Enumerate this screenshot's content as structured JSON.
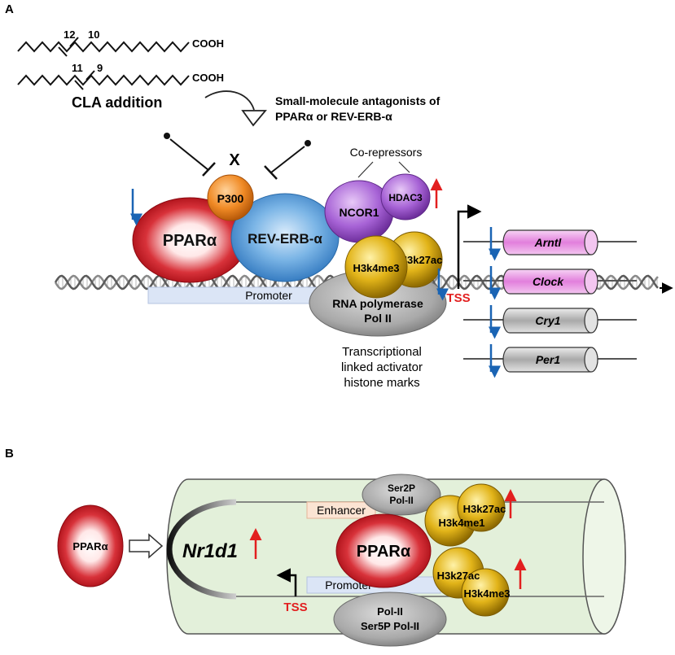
{
  "panel_a": {
    "label": "A",
    "chem_1": {
      "num_a": "12",
      "num_b": "10",
      "cooh": "COOH"
    },
    "chem_2": {
      "num_a": "11",
      "num_b": "9",
      "cooh": "COOH"
    },
    "cla_label": "CLA addition",
    "antagonist_line1": "Small-molecule antagonists of",
    "antagonist_line2": "PPARα or REV-ERB-α",
    "x_mark": "X",
    "corepressors_label": "Co-repressors",
    "p300": "P300",
    "ppara": "PPARα",
    "reverb": "REV-ERB-α",
    "ncor1": "NCOR1",
    "hdac3": "HDAC3",
    "h3k27ac": "H3k27ac",
    "h3k4me3": "H3k4me3",
    "promoter": "Promoter",
    "pol_line1": "RNA polymerase",
    "pol_line2": "Pol II",
    "tss": "TSS",
    "marks_line1": "Transcriptional",
    "marks_line2": "linked activator",
    "marks_line3": "histone marks",
    "genes": [
      "Arntl",
      "Clock",
      "Cry1",
      "Per1"
    ]
  },
  "panel_b": {
    "label": "B",
    "ppara_small": "PPARα",
    "gene": "Nr1d1",
    "ser2p_line1": "Ser2P",
    "ser2p_line2": "Pol-II",
    "enhancer": "Enhancer",
    "h3k27ac_top": "H3k27ac",
    "h3k4me1": "H3k4me1",
    "ppara": "PPARα",
    "h3k27ac_bottom": "H3k27ac",
    "h3k4me3": "H3k4me3",
    "promoter": "Promoter",
    "tss": "TSS",
    "pol_line1": "Pol-II",
    "pol_line2": "Ser5P Pol-II"
  },
  "colors": {
    "ppara_red": "#c8101b",
    "reverb_blue": "#3f8fd2",
    "p300_orange": "#e87b1c",
    "purple": "#9d5cc9",
    "gold": "#c9a10c",
    "gray_pol": "#9d9d9d",
    "gene_pink": "#e79be3",
    "gene_gray": "#bdbdbd",
    "down_arrow_blue": "#1a64b4",
    "up_arrow_red": "#e21f1f",
    "tss_red": "#e21f1f",
    "promoter_fill": "#dbe5f6",
    "enhancer_fill": "#fbe4d3",
    "cylinder_green": "#e3f0da"
  }
}
